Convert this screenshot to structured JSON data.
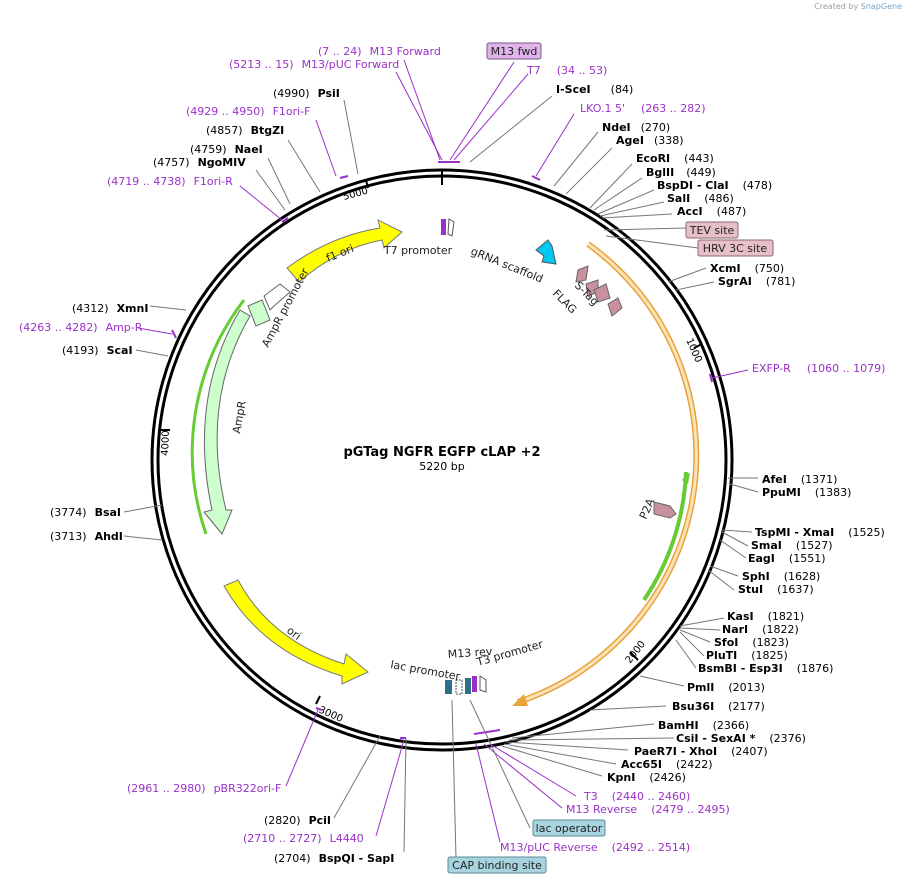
{
  "credit": {
    "prefix": "Created by",
    "brand": "SnapGene"
  },
  "plasmid": {
    "name": "pGTag NGFR EGFP cLAP +2",
    "size": "5220 bp"
  },
  "ticks": [
    "1000",
    "2000",
    "3000",
    "4000",
    "5000"
  ],
  "enzymes": [
    {
      "name": "PsiI",
      "pos": "(4990)"
    },
    {
      "name": "BtgZI",
      "pos": "(4857)"
    },
    {
      "name": "NaeI",
      "pos": "(4759)"
    },
    {
      "name": "NgoMIV",
      "pos": "(4757)"
    },
    {
      "name": "I-SceI",
      "pos": "(84)"
    },
    {
      "name": "NdeI",
      "pos": "(270)"
    },
    {
      "name": "AgeI",
      "pos": "(338)"
    },
    {
      "name": "EcoRI",
      "pos": "(443)"
    },
    {
      "name": "BglII",
      "pos": "(449)"
    },
    {
      "name": "BspDI - ClaI",
      "pos": "(478)"
    },
    {
      "name": "SalI",
      "pos": "(486)"
    },
    {
      "name": "AccI",
      "pos": "(487)"
    },
    {
      "name": "XcmI",
      "pos": "(750)"
    },
    {
      "name": "SgrAI",
      "pos": "(781)"
    },
    {
      "name": "AfeI",
      "pos": "(1371)"
    },
    {
      "name": "PpuMI",
      "pos": "(1383)"
    },
    {
      "name": "TspMI - XmaI",
      "pos": "(1525)"
    },
    {
      "name": "SmaI",
      "pos": "(1527)"
    },
    {
      "name": "EagI",
      "pos": "(1551)"
    },
    {
      "name": "SphI",
      "pos": "(1628)"
    },
    {
      "name": "StuI",
      "pos": "(1637)"
    },
    {
      "name": "KasI",
      "pos": "(1821)"
    },
    {
      "name": "NarI",
      "pos": "(1822)"
    },
    {
      "name": "SfoI",
      "pos": "(1823)"
    },
    {
      "name": "PluTI",
      "pos": "(1825)"
    },
    {
      "name": "BsmBI - Esp3I",
      "pos": "(1876)"
    },
    {
      "name": "PmlI",
      "pos": "(2013)"
    },
    {
      "name": "Bsu36I",
      "pos": "(2177)"
    },
    {
      "name": "BamHI",
      "pos": "(2366)"
    },
    {
      "name": "CsiI - SexAI *",
      "pos": "(2376)"
    },
    {
      "name": "PaeR7I - XhoI",
      "pos": "(2407)"
    },
    {
      "name": "Acc65I",
      "pos": "(2422)"
    },
    {
      "name": "KpnI",
      "pos": "(2426)"
    },
    {
      "name": "XmnI",
      "pos": "(4312)"
    },
    {
      "name": "ScaI",
      "pos": "(4193)"
    },
    {
      "name": "BsaI",
      "pos": "(3774)"
    },
    {
      "name": "AhdI",
      "pos": "(3713)"
    },
    {
      "name": "PciI",
      "pos": "(2820)"
    },
    {
      "name": "BspQI - SapI",
      "pos": "(2704)"
    }
  ],
  "primers": [
    {
      "name": "M13 Forward",
      "range": "(7 .. 24)"
    },
    {
      "name": "M13/pUC Forward",
      "range": "(5213 .. 15)"
    },
    {
      "name": "F1ori-F",
      "range": "(4929 .. 4950)"
    },
    {
      "name": "F1ori-R",
      "range": "(4719 .. 4738)"
    },
    {
      "name": "T7",
      "range": "(34 .. 53)"
    },
    {
      "name": "LKO.1 5'",
      "range": "(263 .. 282)"
    },
    {
      "name": "EXFP-R",
      "range": "(1060 .. 1079)"
    },
    {
      "name": "Amp-R",
      "range": "(4263 .. 4282)"
    },
    {
      "name": "pBR322ori-F",
      "range": "(2961 .. 2980)"
    },
    {
      "name": "L4440",
      "range": "(2710 .. 2727)"
    },
    {
      "name": "T3",
      "range": "(2440 .. 2460)"
    },
    {
      "name": "M13 Reverse",
      "range": "(2479 .. 2495)"
    },
    {
      "name": "M13/pUC Reverse",
      "range": "(2492 .. 2514)"
    }
  ],
  "boxed_labels": [
    "M13 fwd",
    "TEV site",
    "HRV 3C site",
    "lac operator",
    "CAP binding site"
  ],
  "features": [
    "f1 ori",
    "T7 promoter",
    "gRNA scaffold",
    "S-Tag",
    "FLAG",
    "AmpR promoter",
    "AmpR",
    "ori",
    "lac promoter",
    "M13 rev",
    "T3 promoter",
    "P2A"
  ],
  "colors": {
    "backbone": "#000000",
    "yellow": "#ffff00",
    "ampr": "#ccffcc",
    "gfp": "#66cc33",
    "orange": "#e8a33a",
    "primer": "#9b30c8",
    "cyan": "#00c8f0",
    "pink": "#c9909e",
    "box_purple": "#e0b4ea",
    "box_pink": "#e7c0c7",
    "box_blue": "#a8d4e0"
  }
}
